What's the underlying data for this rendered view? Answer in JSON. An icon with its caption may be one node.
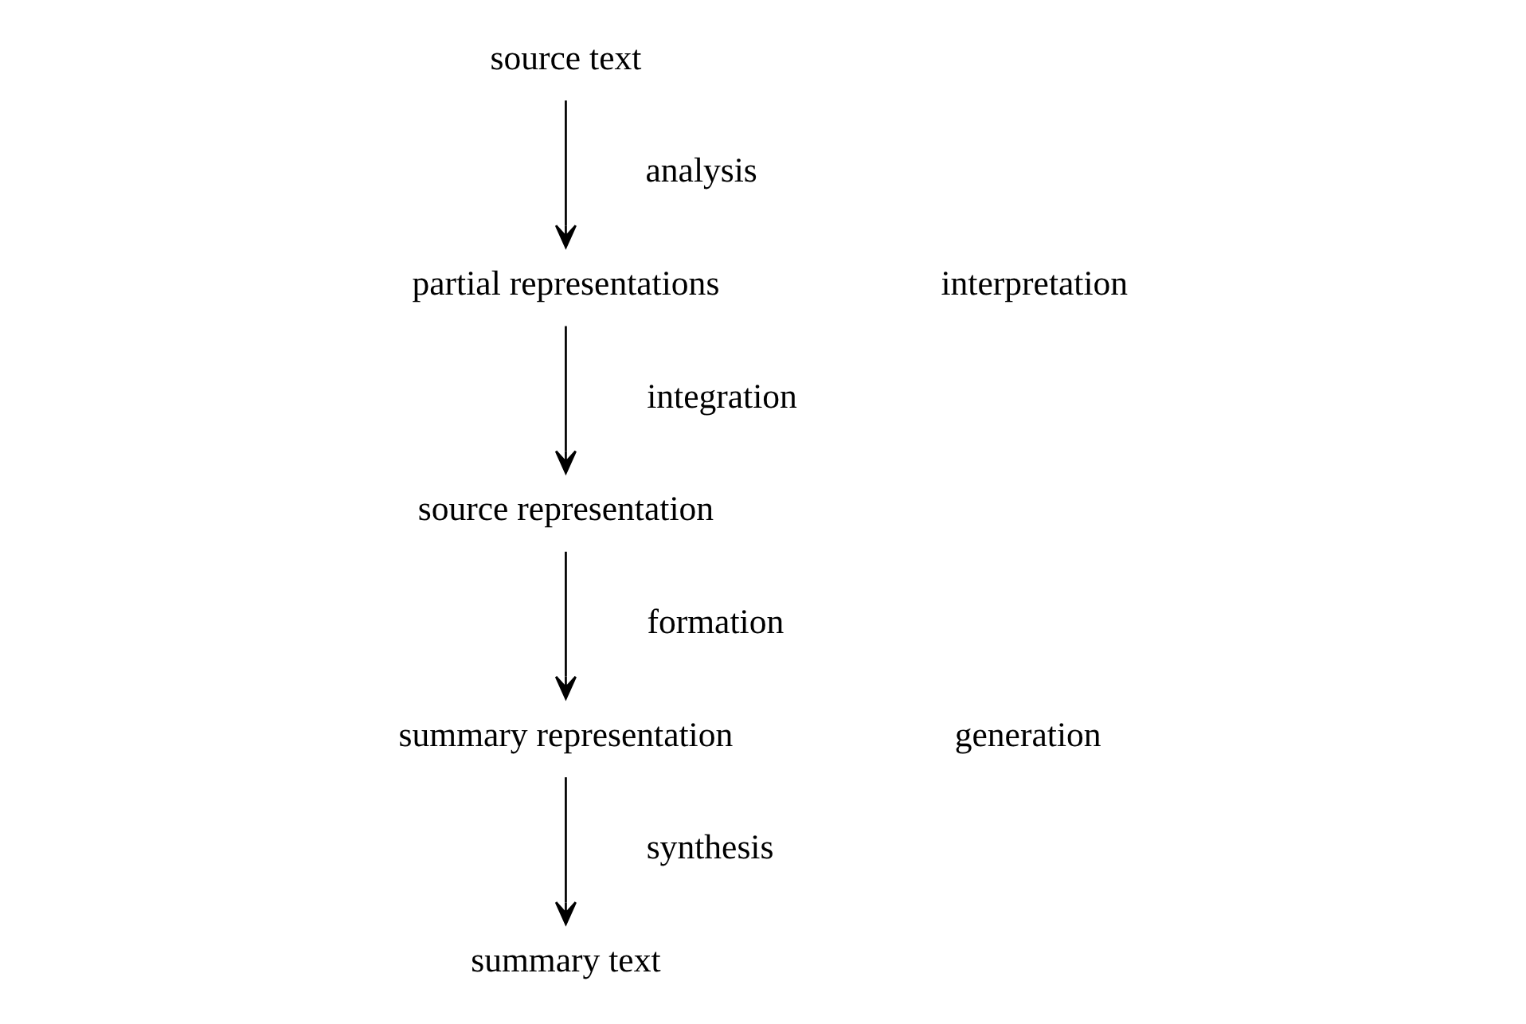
{
  "diagram": {
    "nodes": [
      {
        "text": [
          "source text"
        ]
      },
      {
        "text": [
          "partial representations"
        ]
      },
      {
        "text": [
          "source representation"
        ]
      },
      {
        "text": [
          "summary representation"
        ]
      },
      {
        "text": [
          "summary text"
        ]
      }
    ],
    "edges": [
      {
        "from": 0,
        "to": 1,
        "arrow": "to",
        "label": "analysis"
      },
      {
        "from": 1,
        "to": 2,
        "arrow": "to",
        "label": "integration"
      },
      {
        "from": 2,
        "to": 3,
        "arrow": "to",
        "label": "formation"
      },
      {
        "from": 3,
        "to": 4,
        "arrow": "to",
        "label": "synthesis"
      }
    ],
    "labels": [
      "interpretation",
      "generation"
    ]
  }
}
